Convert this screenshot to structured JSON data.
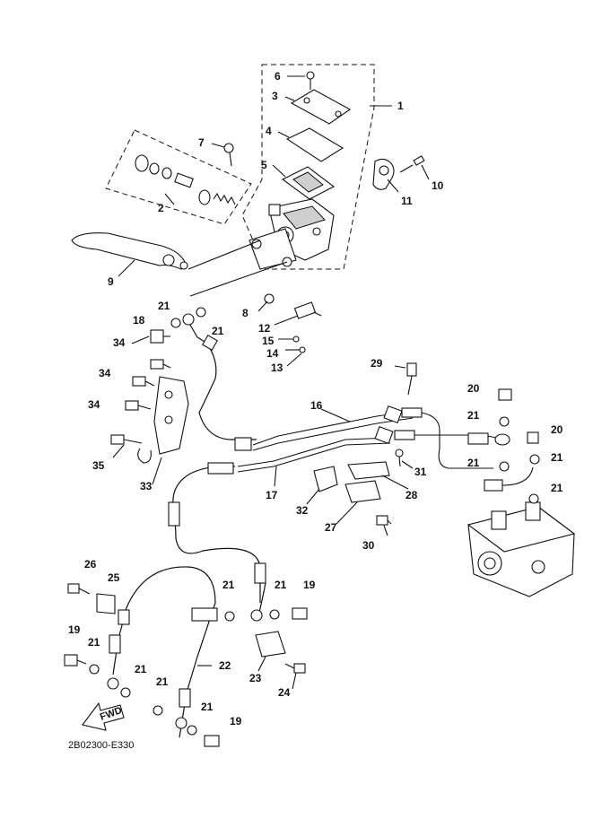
{
  "diagram": {
    "drawing_code": "2B02300-E330",
    "direction_marker": "FWD",
    "callouts": [
      "1",
      "2",
      "3",
      "4",
      "5",
      "6",
      "7",
      "8",
      "9",
      "10",
      "11",
      "12",
      "13",
      "14",
      "15",
      "16",
      "17",
      "18",
      "19",
      "19",
      "19",
      "20",
      "20",
      "21",
      "21",
      "21",
      "21",
      "21",
      "21",
      "21",
      "21",
      "21",
      "21",
      "21",
      "21",
      "22",
      "23",
      "24",
      "25",
      "26",
      "27",
      "28",
      "29",
      "30",
      "31",
      "32",
      "33",
      "34",
      "34",
      "34",
      "35"
    ]
  }
}
